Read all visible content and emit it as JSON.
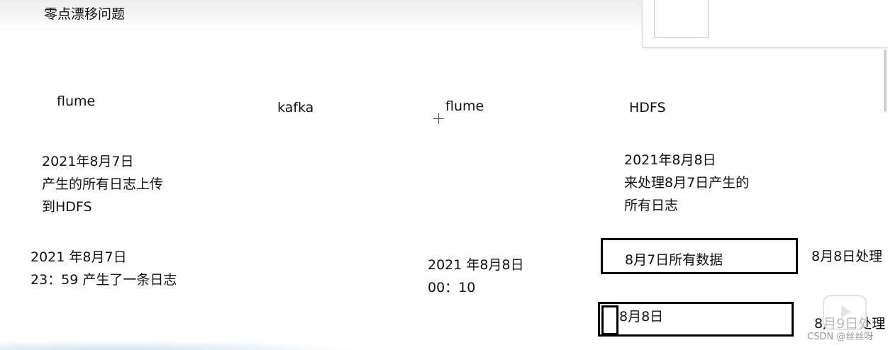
{
  "title": "零点漂移问题",
  "stages": [
    "flume",
    "kafka",
    "flume",
    "HDFS"
  ],
  "left_note": {
    "lines": [
      "2021年8月7日",
      "产生的所有日志上传",
      "到HDFS"
    ]
  },
  "right_note": {
    "lines": [
      "2021年8月8日",
      "来处理8月7日产生的",
      "所有日志"
    ]
  },
  "event_left": {
    "lines": [
      "2021 年8月7日",
      "23：59  产生了一条日志"
    ]
  },
  "event_mid": {
    "lines": [
      "2021 年8月8日",
      "00：10"
    ]
  },
  "box1": {
    "label": "8月7日所有数据",
    "side": "8月8日处理"
  },
  "box2": {
    "label": "8月8日",
    "side": "8月9日处理"
  },
  "watermark": "CSDN @丝丝呀",
  "icons": [
    "crosshair-cursor-icon",
    "tv-play-icon"
  ]
}
